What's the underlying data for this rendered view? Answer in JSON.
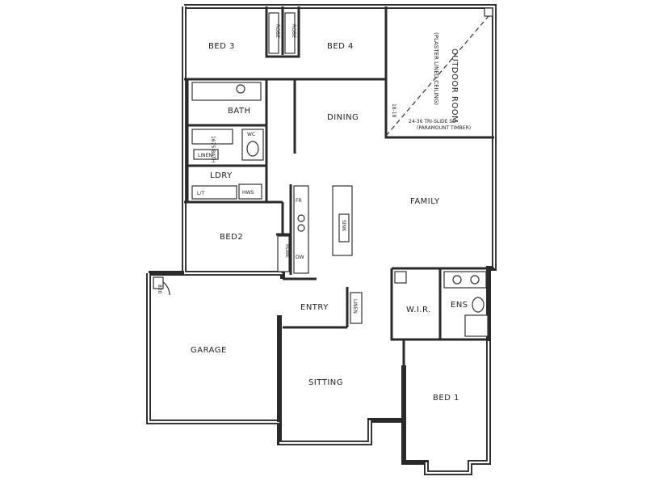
{
  "rooms": {
    "bed3": "BED 3",
    "bed4": "BED 4",
    "outdoor_room": "OUTDOOR ROOM",
    "outdoor_note": "(PLASTER LINED CEILING)",
    "bath": "BATH",
    "dining": "DINING",
    "ldry": "LDRY",
    "family": "FAMILY",
    "bed2": "BED2",
    "garage": "GARAGE",
    "entry": "ENTRY",
    "wir": "W.I.R.",
    "ens": "ENS",
    "sitting": "SITTING",
    "bed1": "BED 1"
  },
  "annotations": {
    "robe_bed3": "ROBE",
    "robe_bed4": "ROBE",
    "robe_bed2": "ROBE",
    "door_size": "24-36 TRI-SLIDE SD",
    "door_material": "(PARAMOUNT TIMBER)",
    "opening_width": "18-18",
    "bath_fixture": "1675 BATH",
    "linen_bath": "LINEN",
    "linen_entry": "LINEN",
    "wc": "WC",
    "l_trough": "L/T",
    "hwu": "HWS",
    "sink": "SINK",
    "garage_door": "820",
    "fridge": "FR",
    "dw": "DW"
  }
}
